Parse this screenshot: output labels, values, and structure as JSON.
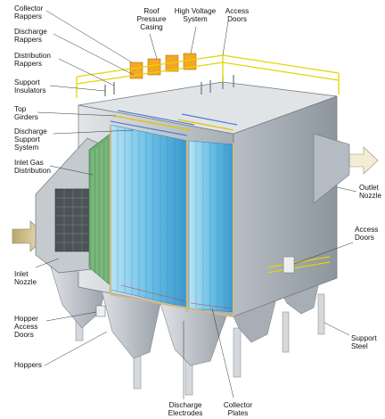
{
  "labels": {
    "collector_rappers": "Collector\nRappers",
    "discharge_rappers": "Discharge\nRappers",
    "distribution_rappers": "Distribution\nRappers",
    "support_insulators": "Support\nInsulators",
    "top_girders": "Top\nGirders",
    "discharge_support_system": "Discharge\nSupport\nSystem",
    "inlet_gas_distribution": "Inlet Gas\nDistribution",
    "inlet_nozzle": "Inlet\nNozzle",
    "hopper_access_doors": "Hopper\nAccess\nDoors",
    "hoppers": "Hoppers",
    "roof_pressure_casing": "Roof\nPressure\nCasing",
    "high_voltage_system": "High Voltage\nSystem",
    "access_doors_top": "Access\nDoors",
    "outlet_nozzle": "Outlet\nNozzle",
    "access_doors_side": "Access\nDoors",
    "support_steel": "Support\nSteel",
    "discharge_electrodes": "Discharge\nElectrodes",
    "collector_plates": "Collector\nPlates"
  },
  "colors": {
    "casing": "#c9ced3",
    "casing_dark": "#9aa2aa",
    "plates": "#7ec8e8",
    "plates_dark": "#3f9fd0",
    "railing": "#e6d400",
    "rapper": "#f5a623",
    "frame": "#d8c9a0",
    "arrow": "#d8c9a0",
    "leader": "#333333"
  }
}
